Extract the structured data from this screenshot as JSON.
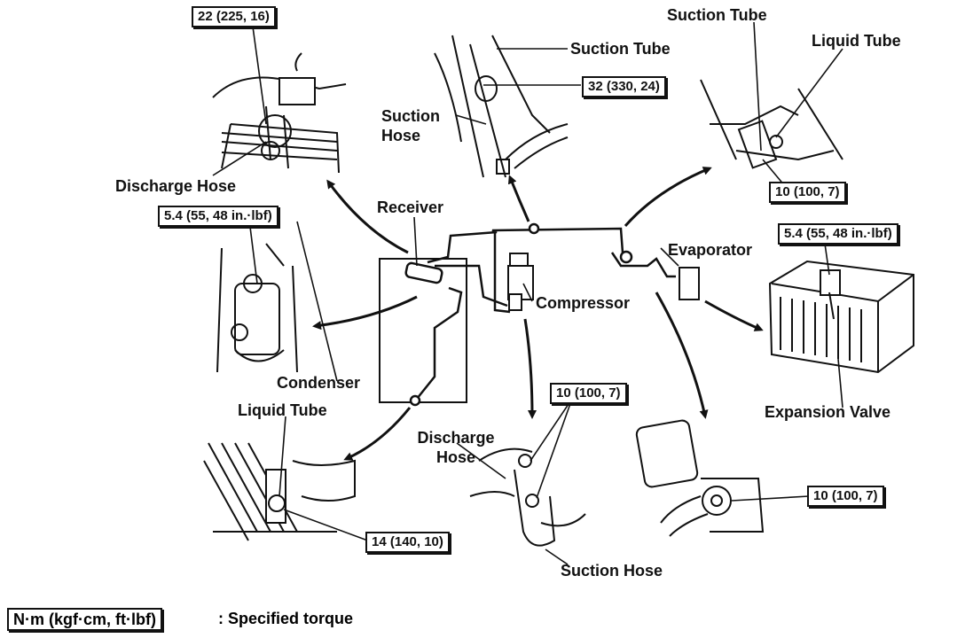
{
  "labels": {
    "discharge_hose_top": "Discharge Hose",
    "suction_tube_top": "Suction Tube",
    "suction_hose_top": "Suction Hose",
    "suction_tube_right": "Suction Tube",
    "liquid_tube_right": "Liquid Tube",
    "receiver": "Receiver",
    "compressor": "Compressor",
    "evaporator": "Evaporator",
    "condenser": "Condenser",
    "liquid_tube_left": "Liquid Tube",
    "discharge_hose_bottom": "Discharge Hose",
    "suction_hose_bottom": "Suction Hose",
    "expansion_valve": "Expansion Valve"
  },
  "torques": {
    "discharge_top": "22 (225, 16)",
    "suction_tube_top": "32 (330, 24)",
    "receiver": "5.4 (55, 48 in.·lbf)",
    "liquid_tube_right": "10 (100, 7)",
    "expansion_valve": "5.4 (55, 48 in.·lbf)",
    "compressor": "10 (100, 7)",
    "suction_hose_right": "10 (100, 7)",
    "condenser": "14 (140, 10)"
  },
  "legend": {
    "unit": "N·m (kgf·cm, ft·lbf)",
    "description": ":  Specified torque"
  }
}
